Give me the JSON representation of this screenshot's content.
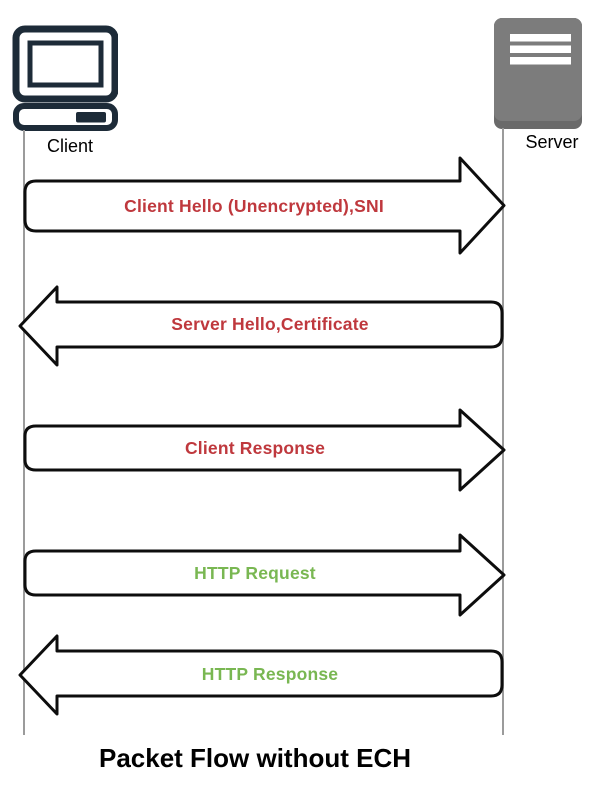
{
  "diagram": {
    "title": "Packet Flow without ECH",
    "client": {
      "label": "Client",
      "icon": "computer-icon"
    },
    "server": {
      "label": "Server",
      "icon": "server-icon"
    },
    "messages": [
      {
        "label": "Client Hello (Unencrypted),SNI",
        "direction": "client-to-server",
        "color": "#bf383d"
      },
      {
        "label": "Server Hello,Certificate",
        "direction": "server-to-client",
        "color": "#bf383d"
      },
      {
        "label": "Client Response",
        "direction": "client-to-server",
        "color": "#bf383d"
      },
      {
        "label": "HTTP Request",
        "direction": "client-to-server",
        "color": "#79b752"
      },
      {
        "label": "HTTP Response",
        "direction": "server-to-client",
        "color": "#79b752"
      }
    ],
    "colors": {
      "message_outline": "#0d0d0d",
      "message_fill": "#ffffff",
      "insecure_text": "#bf383d",
      "http_text": "#79b752",
      "client_icon": "#1d2b38",
      "server_icon": "#7c7c7c",
      "server_icon_shadow": "#6a6a6a",
      "lifeline": "#9b9b9b",
      "title_text": "#000000"
    }
  }
}
